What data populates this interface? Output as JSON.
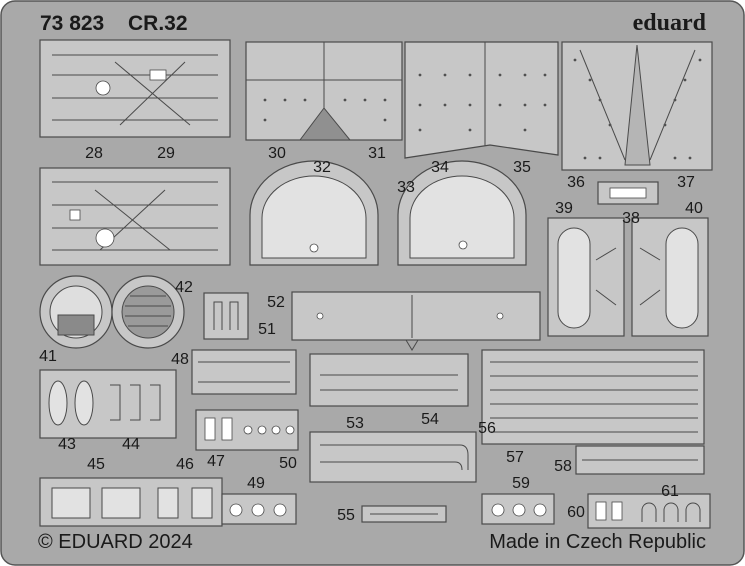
{
  "sheet": {
    "code": "73 823",
    "model": "CR.32",
    "brand": "eduard",
    "copyright": "© EDUARD 2024",
    "origin": "Made in Czech Republic"
  },
  "parts": {
    "p28": "28",
    "p29": "29",
    "p30": "30",
    "p31": "31",
    "p32": "32",
    "p33": "33",
    "p34": "34",
    "p35": "35",
    "p36": "36",
    "p37": "37",
    "p38": "38",
    "p39": "39",
    "p40": "40",
    "p41": "41",
    "p42": "42",
    "p43": "43",
    "p44": "44",
    "p45": "45",
    "p46": "46",
    "p47": "47",
    "p48": "48",
    "p49": "49",
    "p50": "50",
    "p51": "51",
    "p52": "52",
    "p53": "53",
    "p54": "54",
    "p55": "55",
    "p56": "56",
    "p57": "57",
    "p58": "58",
    "p59": "59",
    "p60": "60",
    "p61": "61"
  },
  "colors": {
    "fret": "#a9a9a9",
    "part": "#c7c7c7",
    "outline": "#4a4a4a",
    "text": "#1a1a1a"
  }
}
